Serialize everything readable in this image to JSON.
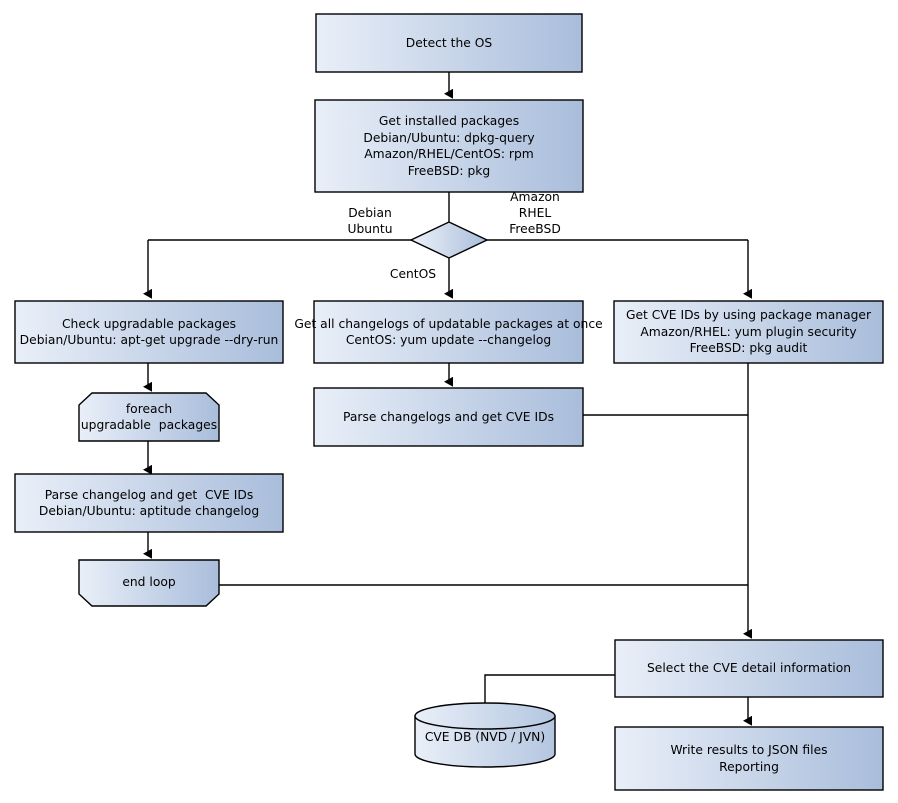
{
  "diagram": {
    "title": "Vulnerability scanning flowchart",
    "colors": {
      "box_gradient_start": "#e9eff8",
      "box_gradient_end": "#a9bddb",
      "stroke": "#000000",
      "text": "#000000",
      "background": "#ffffff"
    },
    "nodes": [
      {
        "id": "detect-os",
        "shape": "rectangle",
        "lines": [
          "Detect the OS"
        ]
      },
      {
        "id": "get-installed-packages",
        "shape": "rectangle",
        "lines": [
          "Get installed packages",
          "Debian/Ubuntu: dpkg-query",
          "Amazon/RHEL/CentOS: rpm",
          "FreeBSD: pkg"
        ]
      },
      {
        "id": "os-decision",
        "shape": "diamond",
        "lines": []
      },
      {
        "id": "check-upgradable-packages",
        "shape": "rectangle",
        "lines": [
          "Check upgradable packages",
          "Debian/Ubuntu: apt-get upgrade --dry-run"
        ]
      },
      {
        "id": "foreach-upgradable-packages",
        "shape": "loop-start",
        "lines": [
          "foreach",
          "upgradable  packages"
        ]
      },
      {
        "id": "parse-changelog-get-cve-ids",
        "shape": "rectangle",
        "lines": [
          "Parse changelog and get  CVE IDs",
          "Debian/Ubuntu: aptitude changelog"
        ]
      },
      {
        "id": "end-loop",
        "shape": "loop-end",
        "lines": [
          "end loop"
        ]
      },
      {
        "id": "get-all-changelogs",
        "shape": "rectangle",
        "lines": [
          "Get all changelogs of updatable packages at once",
          "CentOS: yum update --changelog"
        ]
      },
      {
        "id": "parse-changelogs-get-cve-ids",
        "shape": "rectangle",
        "lines": [
          "Parse changelogs and get CVE IDs"
        ]
      },
      {
        "id": "get-cve-ids-package-manager",
        "shape": "rectangle",
        "lines": [
          "Get CVE IDs by using package manager",
          "Amazon/RHEL: yum plugin security",
          "FreeBSD: pkg audit"
        ]
      },
      {
        "id": "select-cve-detail",
        "shape": "rectangle",
        "lines": [
          "Select the CVE detail information"
        ]
      },
      {
        "id": "cve-db",
        "shape": "cylinder",
        "lines": [
          "CVE DB (NVD / JVN)"
        ]
      },
      {
        "id": "write-results",
        "shape": "rectangle",
        "lines": [
          "Write results to JSON files",
          "Reporting"
        ]
      }
    ],
    "edge_labels": [
      {
        "id": "branch-debian-ubuntu",
        "lines": [
          "Debian",
          "Ubuntu"
        ]
      },
      {
        "id": "branch-amazon-rhel-freebsd",
        "lines": [
          "Amazon",
          "RHEL",
          "FreeBSD"
        ]
      },
      {
        "id": "branch-centos",
        "lines": [
          "CentOS"
        ]
      }
    ]
  }
}
